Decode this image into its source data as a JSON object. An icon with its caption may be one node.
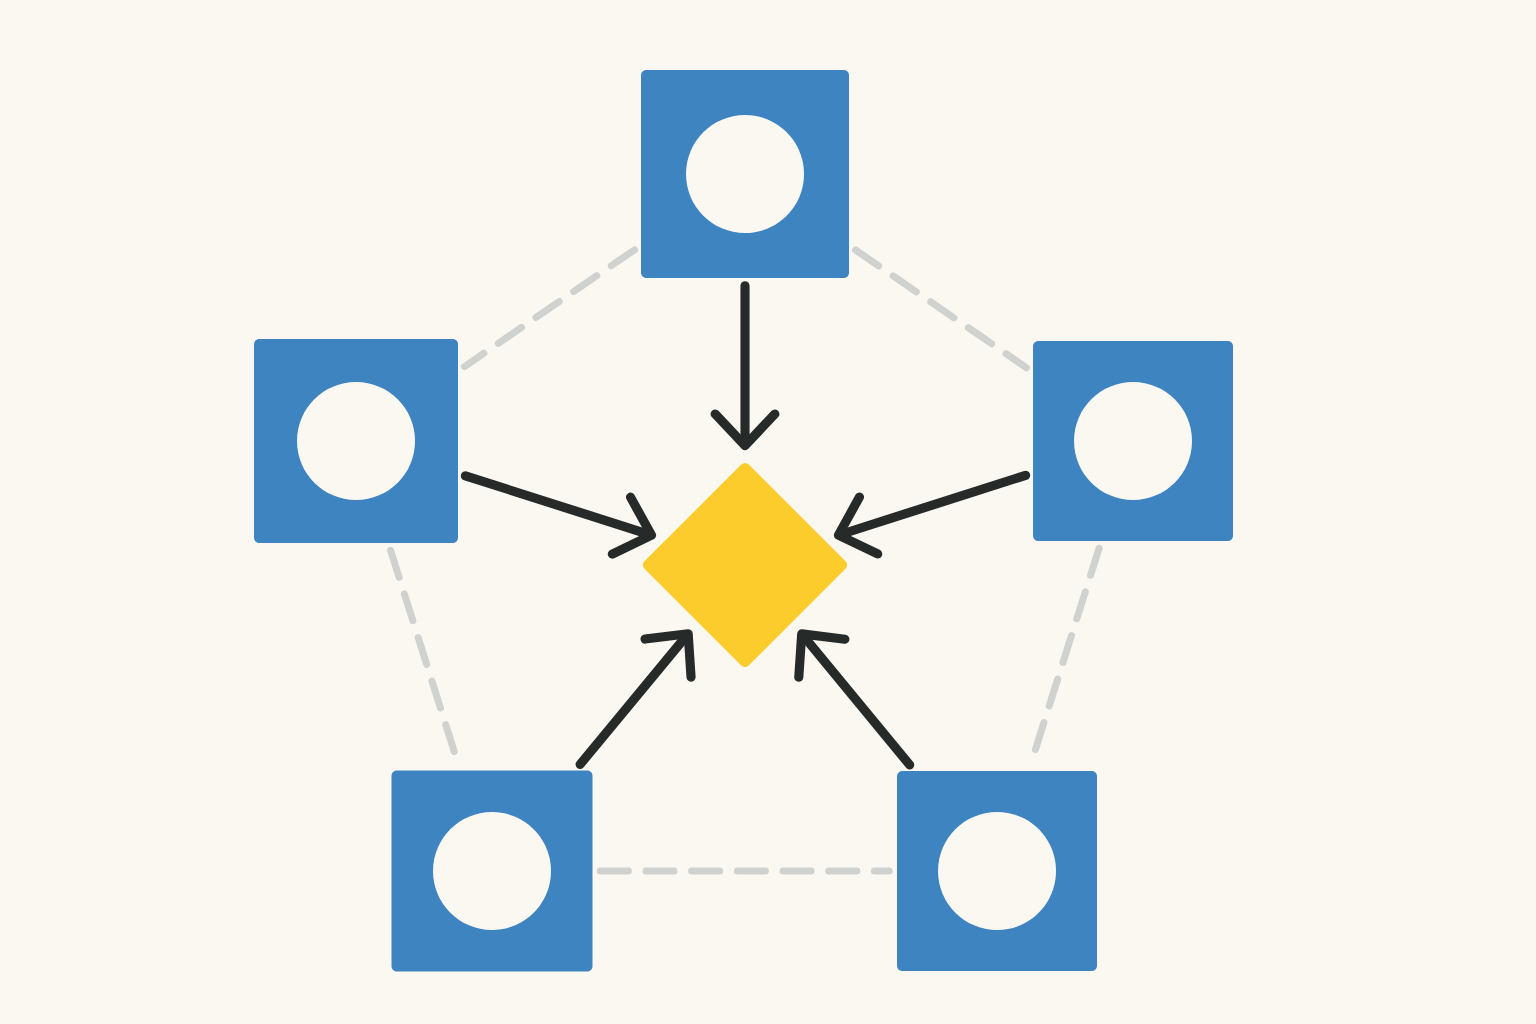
{
  "diagram": {
    "nodes": [
      {
        "text": [],
        "shape": "box"
      },
      {
        "text": [],
        "shape": "box"
      },
      {
        "text": [],
        "shape": "box"
      },
      {
        "text": [],
        "shape": "diamond"
      },
      {
        "text": [],
        "shape": "box"
      },
      {
        "text": [],
        "shape": "box"
      }
    ],
    "edges": [
      {
        "from": 0,
        "to": 3,
        "arrow": "to"
      },
      {
        "from": 1,
        "to": 3,
        "arrow": "to"
      },
      {
        "from": 2,
        "to": 3,
        "arrow": "to"
      },
      {
        "from": 4,
        "to": 3,
        "arrow": "to"
      },
      {
        "from": 5,
        "to": 3,
        "arrow": "to"
      },
      {
        "from": 0,
        "to": 1,
        "arrow": "none",
        "style": "dashed",
        "color": "#d0d2d0"
      },
      {
        "from": 0,
        "to": 2,
        "arrow": "none",
        "style": "dashed",
        "color": "#d0d2d0"
      },
      {
        "from": 1,
        "to": 4,
        "arrow": "none",
        "style": "dashed",
        "color": "#d0d2d0"
      },
      {
        "from": 2,
        "to": 5,
        "arrow": "none",
        "style": "dashed",
        "color": "#d0d2d0"
      },
      {
        "from": 4,
        "to": 5,
        "arrow": "none",
        "style": "dashed",
        "color": "#d0d2d0"
      }
    ]
  }
}
